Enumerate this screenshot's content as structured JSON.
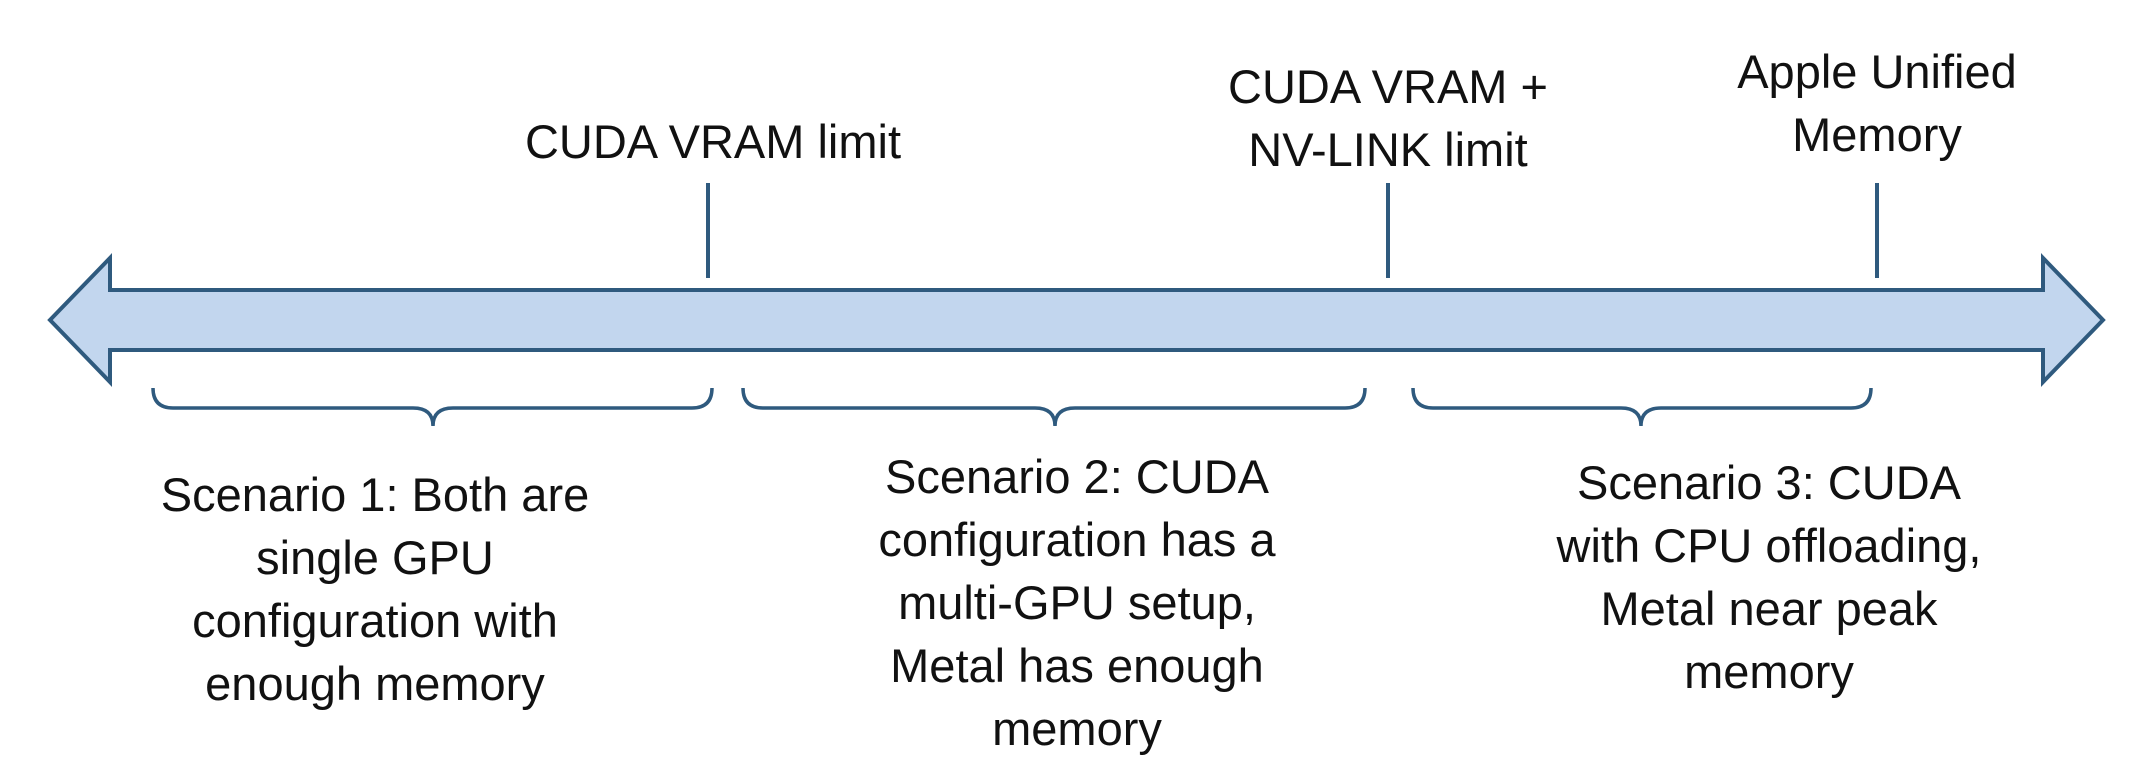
{
  "colors": {
    "arrow_fill": "#c2d6ee",
    "arrow_stroke": "#2f5a7e",
    "marker_stroke": "#2f5a7e",
    "bracket_stroke": "#2f5a7e",
    "text": "#111111"
  },
  "limits": [
    {
      "id": "cuda-vram-limit",
      "lines": [
        "CUDA VRAM limit"
      ]
    },
    {
      "id": "cuda-nvlink-limit",
      "lines": [
        "CUDA VRAM +",
        "NV-LINK limit"
      ]
    },
    {
      "id": "apple-unified-memory",
      "lines": [
        "Apple Unified",
        "Memory"
      ]
    }
  ],
  "scenarios": [
    {
      "id": "scenario-1",
      "lines": [
        "Scenario 1: Both are",
        "single GPU",
        "configuration with",
        "enough memory"
      ]
    },
    {
      "id": "scenario-2",
      "lines": [
        "Scenario 2: CUDA",
        "configuration has a",
        "multi-GPU setup,",
        "Metal has enough",
        "memory"
      ]
    },
    {
      "id": "scenario-3",
      "lines": [
        "Scenario 3: CUDA",
        "with CPU offloading,",
        "Metal near peak",
        "memory"
      ]
    }
  ]
}
